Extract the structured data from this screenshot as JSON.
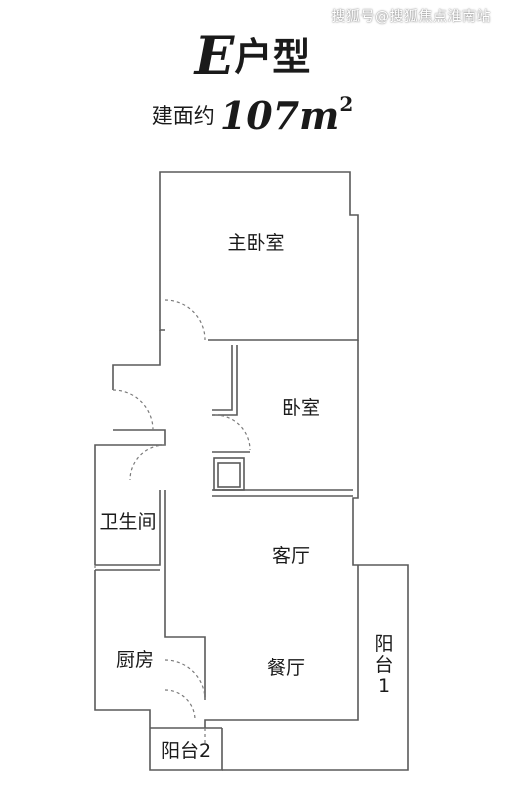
{
  "watermark": "搜狐号@搜狐焦点淮南站",
  "title": {
    "unit_letter": "E",
    "label": "户型"
  },
  "area": {
    "prefix": "建面约",
    "value": "107",
    "unit": "m",
    "superscript": "2"
  },
  "rooms": {
    "master_bedroom": "主卧室",
    "bedroom": "卧室",
    "bathroom": "卫生间",
    "living_room": "客厅",
    "kitchen": "厨房",
    "dining_room": "餐厅",
    "balcony_1_line1": "阳",
    "balcony_1_line2": "台",
    "balcony_1_line3": "1",
    "balcony_2": "阳台2"
  },
  "colors": {
    "wall": "#5a5a5a",
    "text": "#1a1a1a"
  }
}
